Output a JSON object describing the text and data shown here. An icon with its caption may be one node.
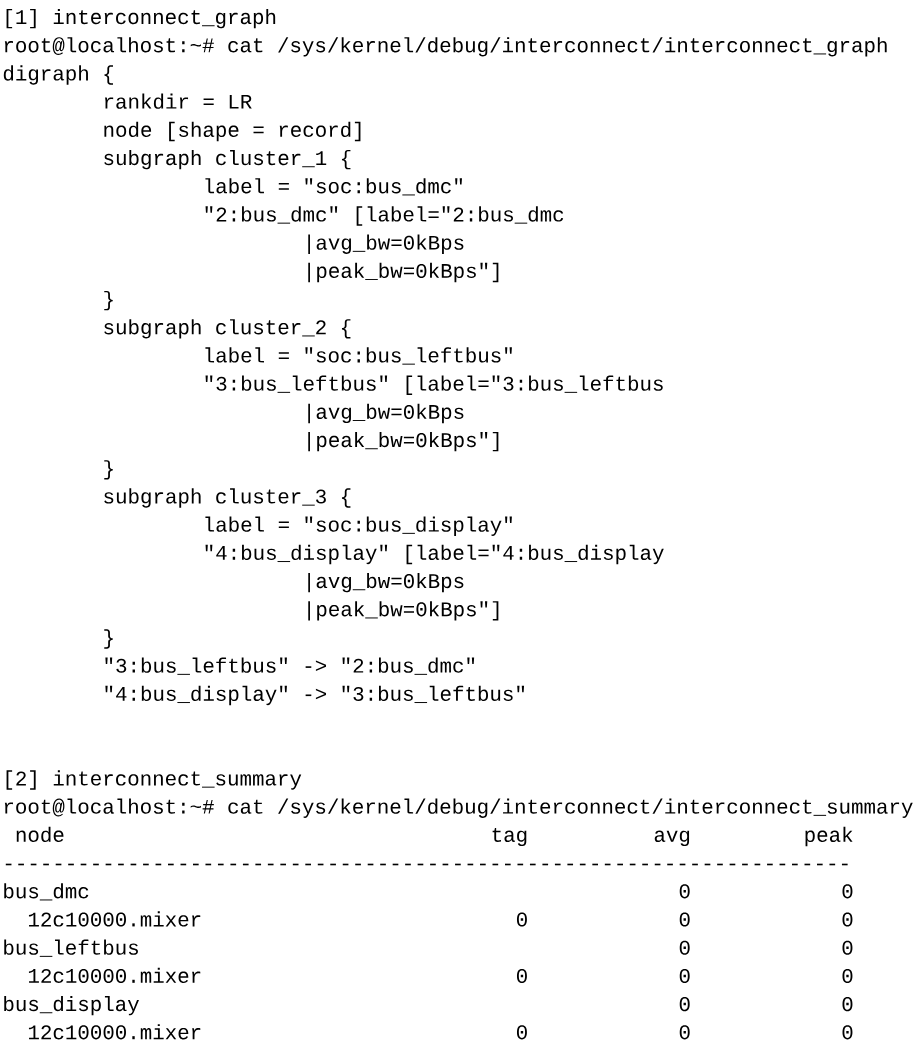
{
  "diagram": {
    "labels": [
      "[1] interconnect_graph",
      "root@localhost:~# cat /sys/kernel/debug/interconnect/interconnect_graph",
      "digraph {",
      "rankdir = LR",
      "node [shape = record]",
      "subgraph cluster_1 {",
      "label = \"soc:bus_dmc\"",
      "\"2:bus_dmc\" [label=\"2:bus_dmc",
      "|avg_bw=0kBps",
      "|peak_bw=0kBps\"]",
      "}",
      "subgraph cluster_2 {",
      "label = \"soc:bus_leftbus\"",
      "\"3:bus_leftbus\" [label=\"3:bus_leftbus",
      "|avg_bw=0kBps",
      "|peak_bw=0kBps\"]",
      "}",
      "subgraph cluster_3 {",
      "label = \"soc:bus_display\"",
      "\"4:bus_display\" [label=\"4:bus_display",
      "|avg_bw=0kBps",
      "|peak_bw=0kBps\"]",
      "}",
      "\"3:bus_leftbus\" -> \"2:bus_dmc\"",
      "\"4:bus_display\" -> \"3:bus_leftbus\"",
      "[2] interconnect_summary",
      "root@localhost:~# cat /sys/kernel/debug/interconnect/interconnect_summary",
      "node",
      "tag",
      "avg",
      "peak",
      "--------------------------------------------------------------------",
      "bus_dmc",
      "0",
      "0",
      "12c10000.mixer",
      "0",
      "0",
      "0",
      "bus_leftbus",
      "0",
      "0",
      "12c10000.mixer",
      "0",
      "0",
      "0",
      "bus_display",
      "0",
      "0",
      "12c10000.mixer",
      "0",
      "0",
      "0"
    ]
  }
}
